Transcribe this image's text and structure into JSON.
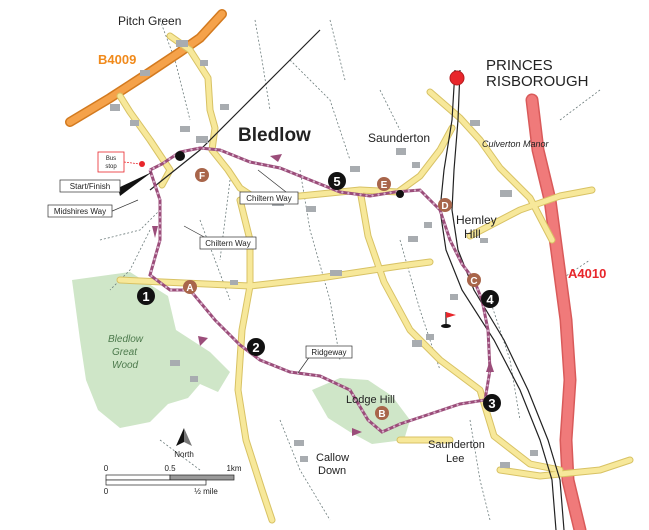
{
  "map": {
    "places": {
      "pitch_green": "Pitch Green",
      "bledlow": "Bledlow",
      "saunderton": "Saunderton",
      "culverton_manor": "Culverton Manor",
      "princes_risborough_1": "PRINCES",
      "princes_risborough_2": "RISBOROUGH",
      "hemley_hill_1": "Hemley",
      "hemley_hill_2": "Hill",
      "bledlow_great_wood_1": "Bledlow",
      "bledlow_great_wood_2": "Great",
      "bledlow_great_wood_3": "Wood",
      "lodge_hill": "Lodge Hill",
      "callow_down_1": "Callow",
      "callow_down_2": "Down",
      "saunderton_lee_1": "Saunderton",
      "saunderton_lee_2": "Lee"
    },
    "roads": {
      "b4009": "B4009",
      "a4010": "A4010"
    },
    "callouts": {
      "chiltern_way_1": "Chiltern Way",
      "chiltern_way_2": "Chiltern Way",
      "ridgeway": "Ridgeway",
      "midshires_way": "Midshires Way",
      "start_finish": "Start/Finish",
      "bus_stop_1": "Bus",
      "bus_stop_2": "stop"
    },
    "waypoints_numbered": [
      "1",
      "2",
      "3",
      "4",
      "5"
    ],
    "waypoints_lettered": [
      "A",
      "B",
      "C",
      "D",
      "E",
      "F"
    ],
    "north": "North",
    "scale": {
      "km": [
        "0",
        "0.5",
        "1km"
      ],
      "mile": [
        "0",
        "½ mile"
      ]
    },
    "colors": {
      "route": "#9b4d7a",
      "route_dot": "#8a3f6c",
      "letter_marker": "#a8654a",
      "number_marker": "#111111",
      "minor_road": "#f7e89a",
      "minor_road_edge": "#d8c264",
      "b_road": "#f5a24a",
      "a_road": "#f07a7a",
      "woodland": "#cfe6c8",
      "town_marker": "#e8262b",
      "road_label_b": "#f08a1c",
      "road_label_a": "#e8262b"
    }
  }
}
